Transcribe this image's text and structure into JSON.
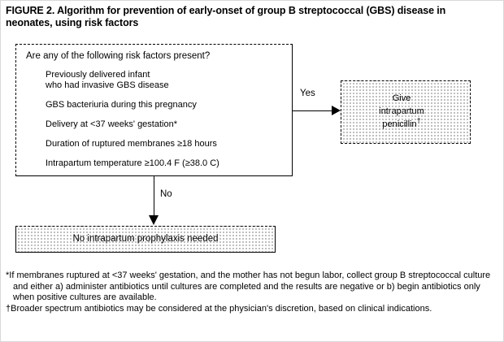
{
  "figure": {
    "title": "FIGURE 2. Algorithm for prevention of early-onset of group B streptococcal (GBS) disease in neonates, using risk factors"
  },
  "decision_box": {
    "question": "Are any of the following risk factors present?",
    "risk_factors": [
      {
        "line1": "Previously delivered infant",
        "line2": "who had invasive GBS disease"
      },
      {
        "line1": "GBS bacteriuria during this pregnancy",
        "line2": ""
      },
      {
        "line1": "Delivery at <37 weeks' gestation*",
        "line2": ""
      },
      {
        "line1": "Duration of ruptured membranes ≥18 hours",
        "line2": ""
      },
      {
        "line1": "Intrapartum temperature ≥100.4 F (≥38.0 C)",
        "line2": ""
      }
    ]
  },
  "branches": {
    "yes_label": "Yes",
    "no_label": "No"
  },
  "outcome_yes": {
    "line1": "Give",
    "line2": "intrapartum",
    "line3": "penicillin",
    "marker": "†"
  },
  "outcome_no": {
    "text": "No intrapartum prophylaxis needed"
  },
  "footnotes": [
    {
      "marker": "*",
      "text": "If membranes ruptured at <37 weeks' gestation, and the mother has not begun labor, collect group B streptococcal culture and either a) administer antibiotics until cultures are completed and the results are negative or b) begin antibiotics only when positive cultures are available."
    },
    {
      "marker": "†",
      "text": "Broader spectrum antibiotics may be considered at the physician's discretion, based on clinical indications."
    }
  ],
  "colors": {
    "ink": "#000000",
    "paper": "#ffffff"
  }
}
